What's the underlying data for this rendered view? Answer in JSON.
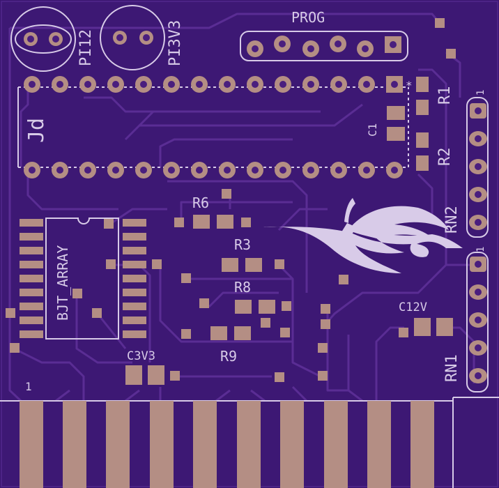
{
  "board": {
    "background": "#3a1670",
    "copper_color": "#b48e84",
    "silk_color": "#d8cbe8",
    "trace_color": "#5a2d94"
  },
  "labels": {
    "pi12": "PI12",
    "pi3v3": "PI3V3",
    "prog": "PROG",
    "r1": "R1",
    "r2": "R2",
    "c1": "C1",
    "r6": "R6",
    "r3": "R3",
    "r8": "R8",
    "r9": "R9",
    "rn2": "RN2",
    "rn1": "RN1",
    "c12v": "C12V",
    "c3v3": "C3V3",
    "bjt_array": "BJT_ARRAY",
    "pin1_rn2": "1",
    "pin1_rn1": "1",
    "pin1_edge": "1",
    "star": "*",
    "ic_mark": "Jd"
  },
  "icons": {
    "logo": "paper-boat-wave-logo"
  }
}
